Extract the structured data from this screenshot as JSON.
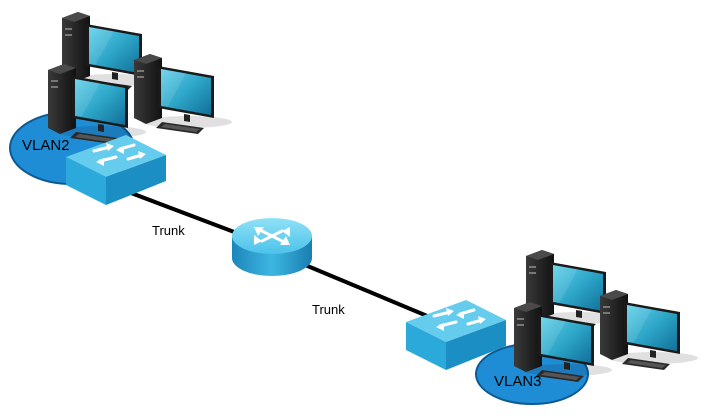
{
  "diagram": {
    "vlans": [
      {
        "label": "VLAN2"
      },
      {
        "label": "VLAN3"
      }
    ],
    "links": [
      {
        "label": "Trunk"
      },
      {
        "label": "Trunk"
      }
    ],
    "icons": {
      "switch": "switch-icon",
      "router": "router-icon",
      "computer": "desktop-computer-icon"
    },
    "colors": {
      "vlan_fill": "#1F8DD6",
      "vlan_stroke": "#0B5A93",
      "device_top": "#6FD2F0",
      "device_side": "#1B93C6",
      "device_front": "#2BA9DA",
      "link": "#000000",
      "monitor_screen": "#2DA6C8"
    }
  }
}
